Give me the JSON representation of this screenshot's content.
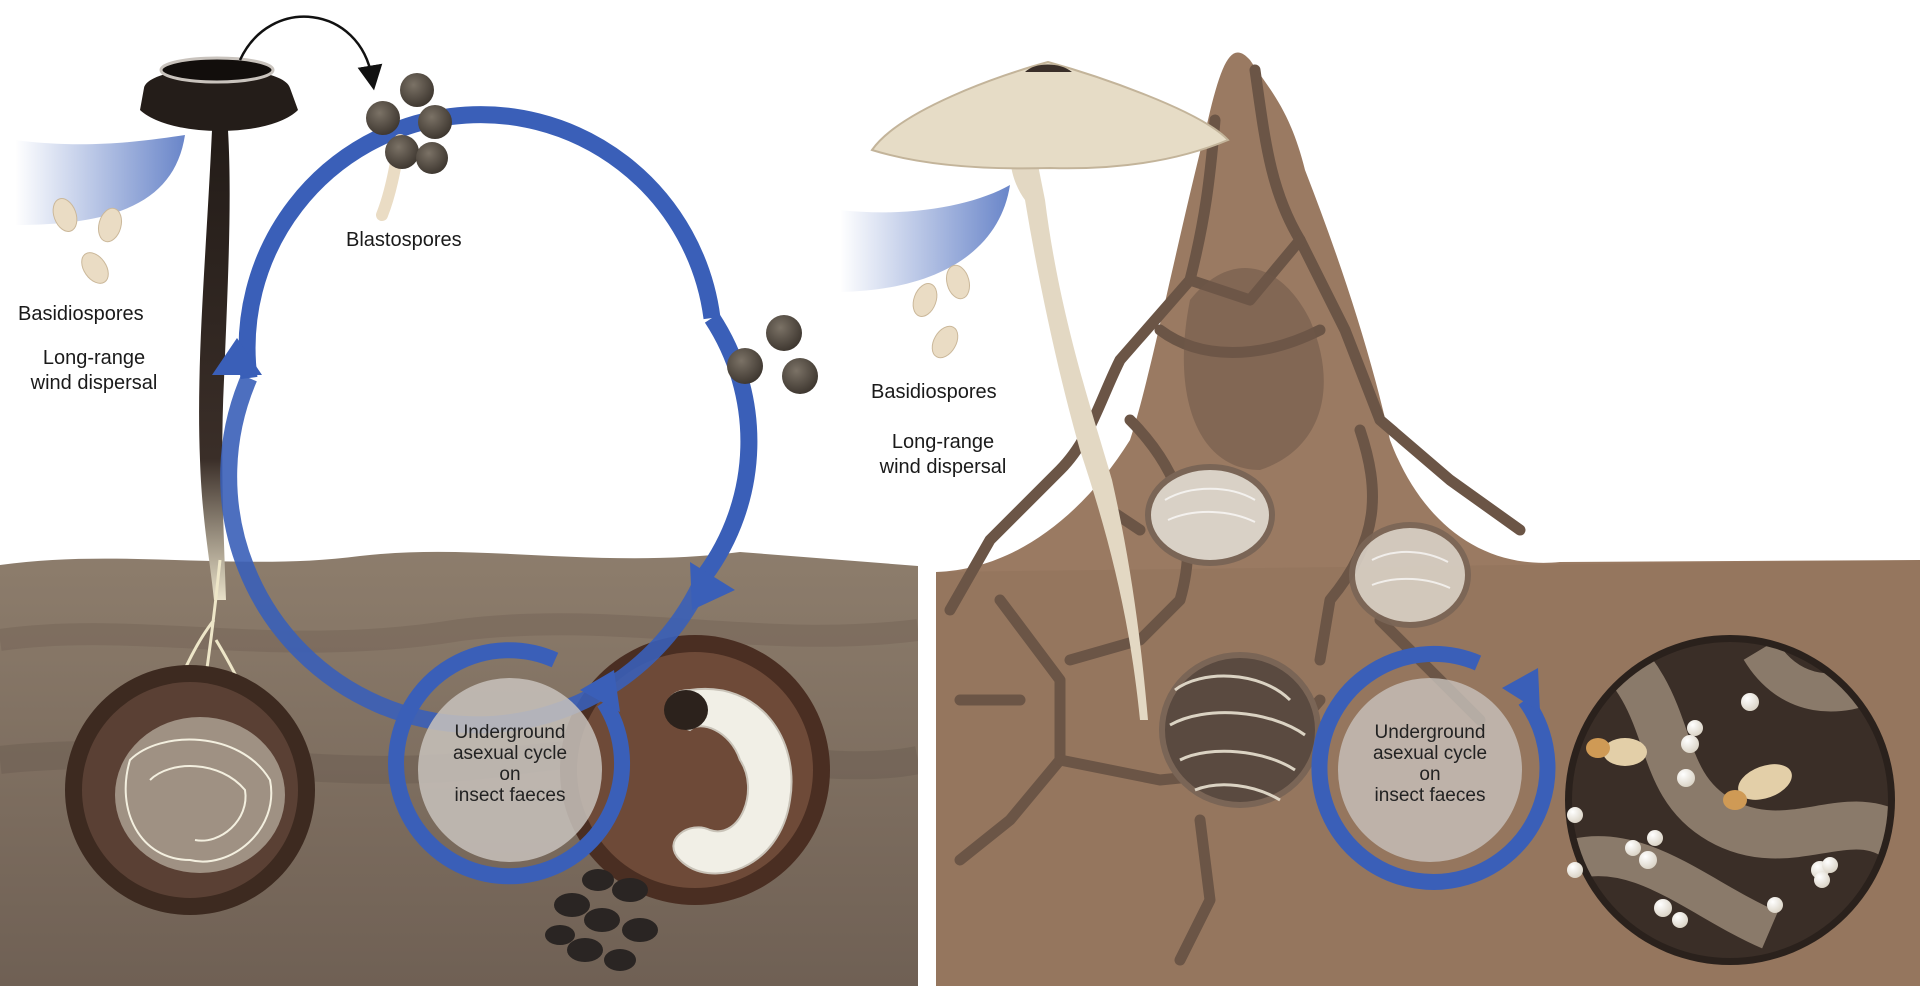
{
  "figure": {
    "left_panel": {
      "labels": {
        "basidiospores": "Basidiospores",
        "dispersal_line1": "Long-range",
        "dispersal_line2": "wind dispersal",
        "blastospores": "Blastospores"
      },
      "cycle_text": [
        "Underground",
        "asexual cycle",
        "on",
        "insect faeces"
      ]
    },
    "right_panel": {
      "labels": {
        "basidiospores": "Basidiospores",
        "dispersal_line1": "Long-range",
        "dispersal_line2": "wind dispersal"
      },
      "cycle_text": [
        "Underground",
        "asexual cycle",
        "on",
        "insect faeces"
      ]
    },
    "colors": {
      "cycle_arrow": "#3a5fb8",
      "soil_left": "#8a7a6a",
      "mound": "#9a7a62",
      "mushroom_cap": "#e6dcc6",
      "black_stalk": "#2a221e"
    }
  }
}
